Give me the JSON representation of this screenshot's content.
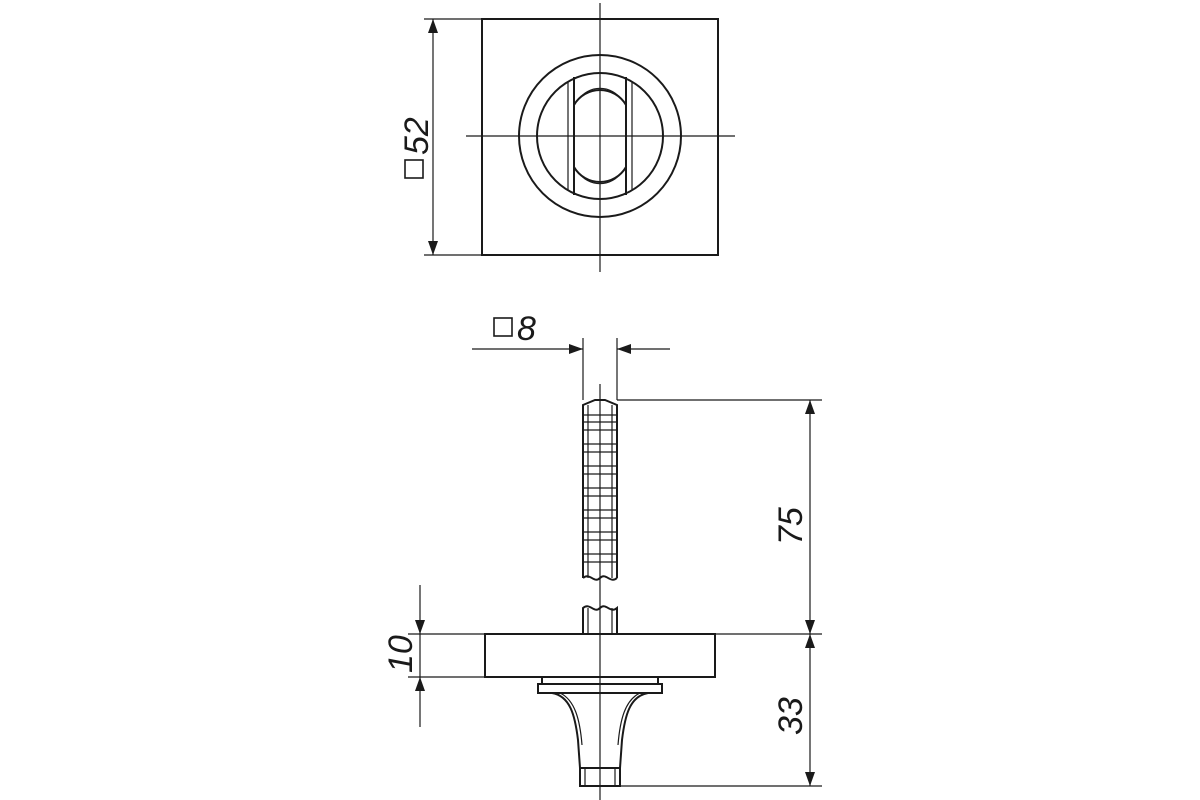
{
  "dimensions": {
    "plate_side": {
      "symbol": "□",
      "value": "52"
    },
    "spindle_side": {
      "symbol": "□",
      "value": "8"
    },
    "spindle_length": {
      "value": "75"
    },
    "rose_thickness": {
      "value": "10"
    },
    "knob_height": {
      "value": "33"
    }
  },
  "colors": {
    "line": "#1a1a1a",
    "background": "#ffffff"
  }
}
